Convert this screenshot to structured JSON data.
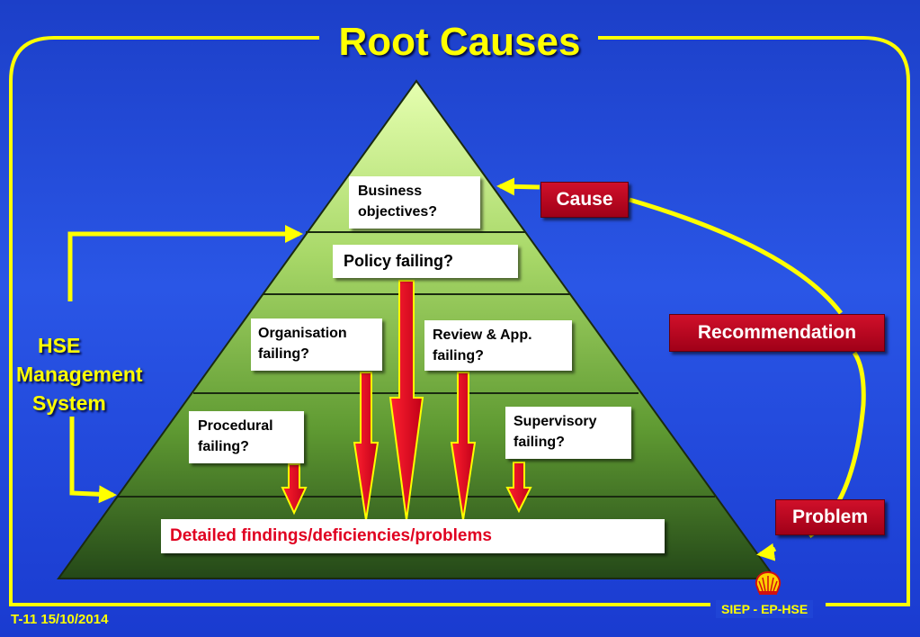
{
  "title": "Root Causes",
  "pyramid": {
    "business_objectives": "Business objectives?",
    "policy": "Policy failing?",
    "organisation": "Organisation failing?",
    "review": "Review & App. failing?",
    "procedural": "Procedural failing?",
    "supervisory": "Supervisory failing?",
    "findings": "Detailed findings/deficiencies/problems"
  },
  "labels": {
    "cause": "Cause",
    "recommendation": "Recommendation",
    "problem": "Problem"
  },
  "hse": [
    "HSE",
    "Management",
    "System"
  ],
  "footer": {
    "slide_id": "T-11 15/10/2014",
    "org": "SIEP - EP-HSE"
  },
  "colors": {
    "background": "#2a56e6",
    "accent_yellow": "#ffff00",
    "label_red": "#c0102a",
    "findings_text": "#e00020"
  }
}
